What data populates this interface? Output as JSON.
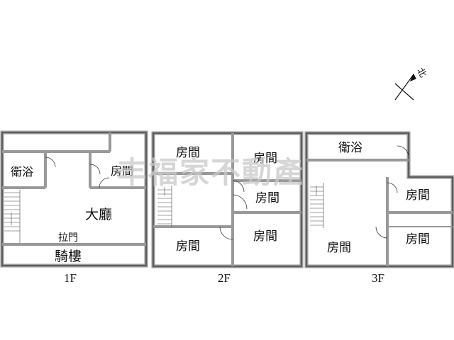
{
  "watermark": "丰福家不動產",
  "north_label": "北",
  "floors": [
    {
      "level": "1F",
      "rooms": {
        "bath": "衛浴",
        "bedroom": "房間",
        "living": "大廳",
        "sliding_door": "拉門",
        "arcade": "騎樓"
      }
    },
    {
      "level": "2F",
      "rooms": {
        "bedroom_nw": "房間",
        "bedroom_ne": "房間",
        "bedroom_e": "房間",
        "bedroom_sw": "房間",
        "bedroom_se": "房間"
      }
    },
    {
      "level": "3F",
      "rooms": {
        "bath": "衛浴",
        "bedroom_e": "房間",
        "bedroom_sw": "房間",
        "bedroom_se": "房間"
      }
    }
  ],
  "colors": {
    "wall": "#999999",
    "wall_inner": "#ffffff",
    "line": "#222222",
    "watermark": "#c9c9c9"
  }
}
